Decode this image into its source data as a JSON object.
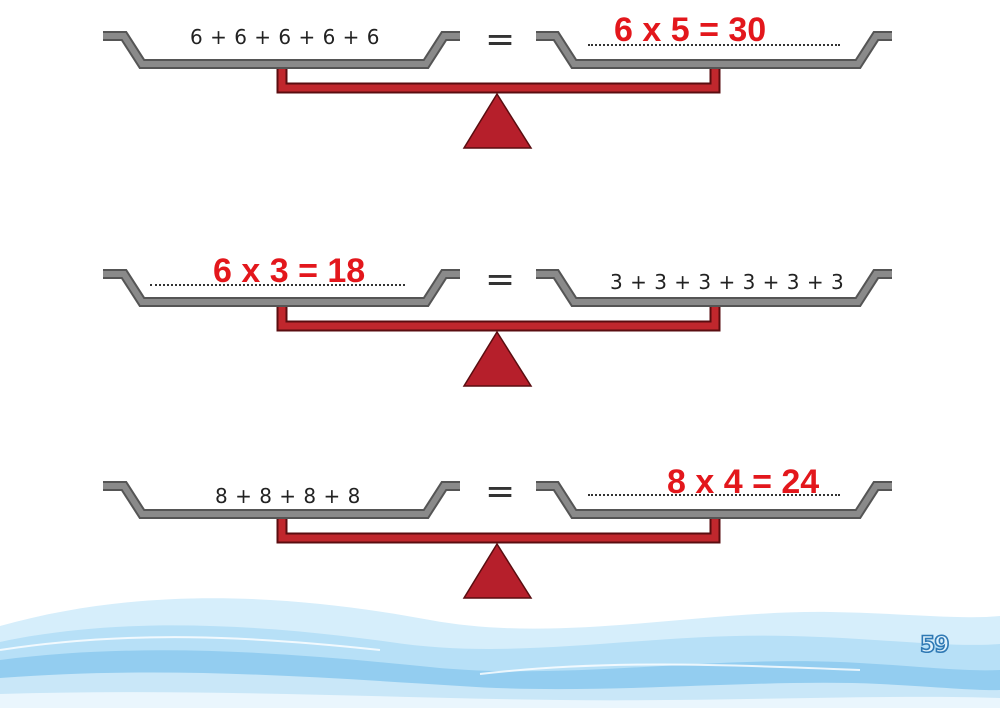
{
  "colors": {
    "pan": "#8a8a8a",
    "beam": "#c0272d",
    "fulcrum": "#b61f2b",
    "answer": "#e3171c",
    "wave": "#7cc2ec"
  },
  "icons": {
    "fulcrum": "triangle-fulcrum-icon"
  },
  "exercises": [
    {
      "left": {
        "text": "6 + 6 + 6 + 6 + 6",
        "answer": ""
      },
      "equals": "=",
      "right": {
        "text": "",
        "answer": "6 x 5 = 30"
      }
    },
    {
      "left": {
        "text": "",
        "answer": "6 x 3 = 18"
      },
      "equals": "=",
      "right": {
        "text": "3 + 3 + 3 + 3 + 3 + 3",
        "answer": ""
      }
    },
    {
      "left": {
        "text": "8 + 8 + 8 + 8",
        "answer": ""
      },
      "equals": "=",
      "right": {
        "text": "",
        "answer": "8 x 4 = 24"
      }
    }
  ],
  "page": {
    "number": "59"
  }
}
